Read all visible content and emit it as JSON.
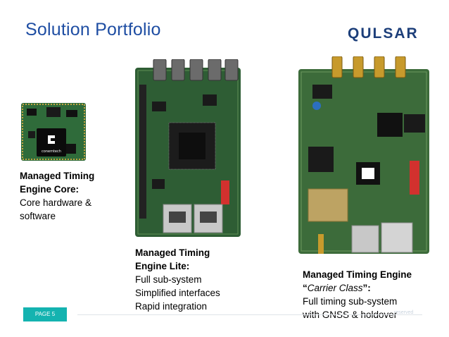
{
  "header": {
    "title": "Solution Portfolio",
    "logo": "QULSAR"
  },
  "products": [
    {
      "name_line1": "Managed Timing",
      "name_line2": "Engine Core:",
      "desc": [
        "Core hardware &",
        "software"
      ],
      "chip_brand": "conemtech"
    },
    {
      "name_line1": "Managed Timing",
      "name_line2": "Engine Lite:",
      "desc": [
        "Full sub-system",
        "Simplified interfaces",
        "Rapid integration"
      ]
    },
    {
      "name_line1": "Managed Timing Engine",
      "name_line2_quote_open": "“",
      "name_line2_italic": "Carrier Class",
      "name_line2_quote_close": "”:",
      "desc": [
        "Full timing sub-system",
        "with GNSS & holdover"
      ]
    }
  ],
  "footer": {
    "page": "PAGE 5",
    "note": "reserved"
  }
}
